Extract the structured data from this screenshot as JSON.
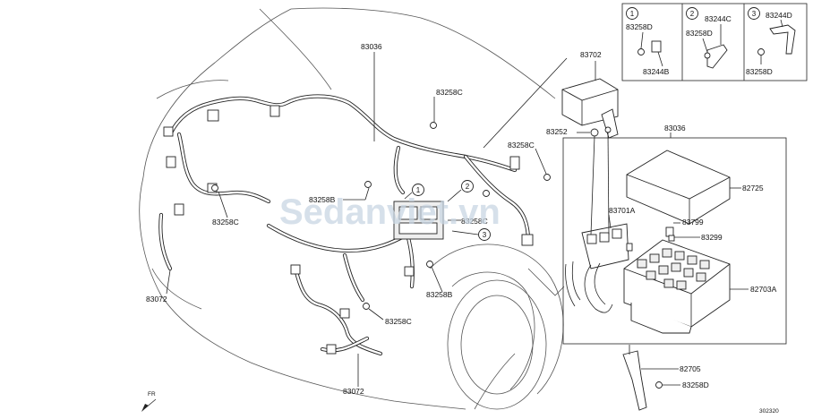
{
  "callouts": {
    "c83036_main": "83036",
    "c83258c_top": "83258C",
    "c83702": "83702",
    "c83252": "83252",
    "c83258c_right": "83258C",
    "c83036_box": "83036",
    "c82725": "82725",
    "c83258b_mid": "83258B",
    "c83258c_mid": "83258C",
    "c83258c_left": "83258C",
    "c83701a": "83701A",
    "c83799": "83799",
    "c83299": "83299",
    "c82703a": "82703A",
    "c83072_left": "83072",
    "c83258b_low": "83258B",
    "c83258c_low": "83258C",
    "c83072_bottom": "83072",
    "c82705": "82705",
    "c83258d_bottom": "83258D"
  },
  "inset": {
    "p1": {
      "num": "1",
      "a": "83258D",
      "b": "83244B"
    },
    "p2": {
      "num": "2",
      "a": "83244C",
      "b": "83258D"
    },
    "p3": {
      "num": "3",
      "a": "83244D",
      "b": "83258D"
    }
  },
  "diagram_refs": {
    "r1": "1",
    "r2": "2",
    "r3": "3"
  },
  "front_marker": "FR",
  "drawing_code": "302320",
  "watermark": "Sedanviet.vn"
}
